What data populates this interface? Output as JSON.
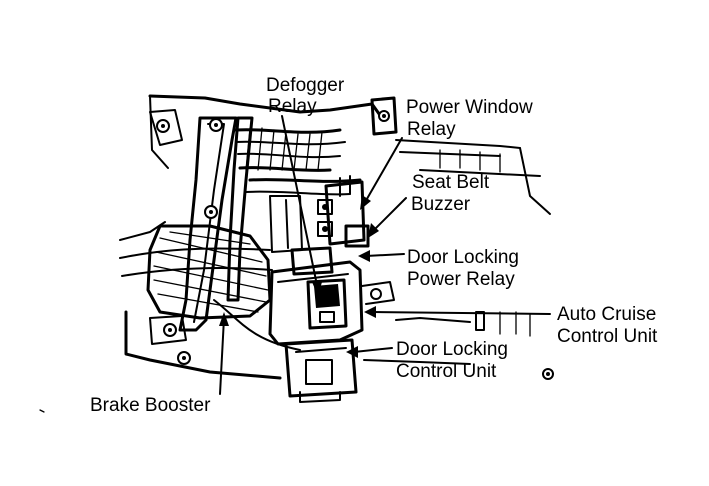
{
  "callouts": {
    "defogger_relay": [
      "Defogger",
      "Relay"
    ],
    "power_window_relay": [
      "Power Window",
      "Relay"
    ],
    "seat_belt_buzzer": [
      "Seat Belt",
      "Buzzer"
    ],
    "door_locking_power_relay": [
      "Door Locking",
      "Power Relay"
    ],
    "auto_cruise_control_unit": [
      "Auto Cruise",
      "Control Unit"
    ],
    "door_locking_control_unit": [
      "Door Locking",
      "Control Unit"
    ],
    "brake_booster": [
      "Brake Booster"
    ]
  },
  "colors": {
    "ink": "#000000",
    "paper": "#ffffff"
  }
}
